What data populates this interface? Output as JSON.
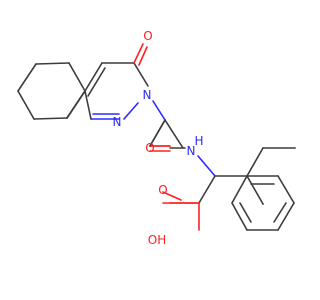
{
  "atoms": {
    "o_ketone": "O",
    "n_ring_2": "N",
    "n_ring_1": "N",
    "o_amide": "O",
    "n_amide": "N",
    "h_amide": "H",
    "o_acid_carbonyl": "O",
    "o_acid_hydroxyl": "OH"
  },
  "colors": {
    "bond": "#3c3c3c",
    "oxygen": "#ff2020",
    "nitrogen": "#2b2bff",
    "background": "#ffffff"
  }
}
